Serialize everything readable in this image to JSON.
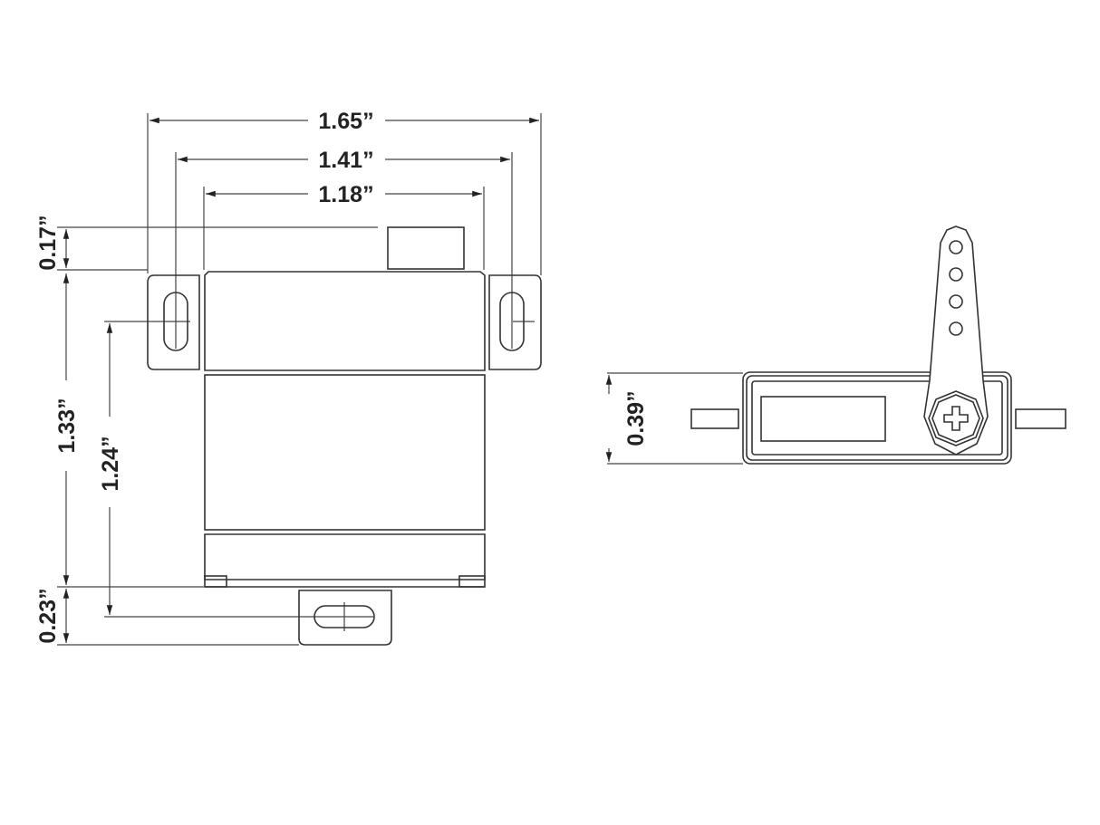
{
  "dimensions": {
    "overall_width": "1.65”",
    "mount_hole_spacing": "1.41”",
    "body_width": "1.18”",
    "connector_height": "0.17”",
    "body_height": "1.33”",
    "hole_to_hole_vertical": "1.24”",
    "bottom_tab_height": "0.23”",
    "thickness": "0.39”"
  },
  "colors": {
    "line": "#333333",
    "background": "#ffffff"
  }
}
